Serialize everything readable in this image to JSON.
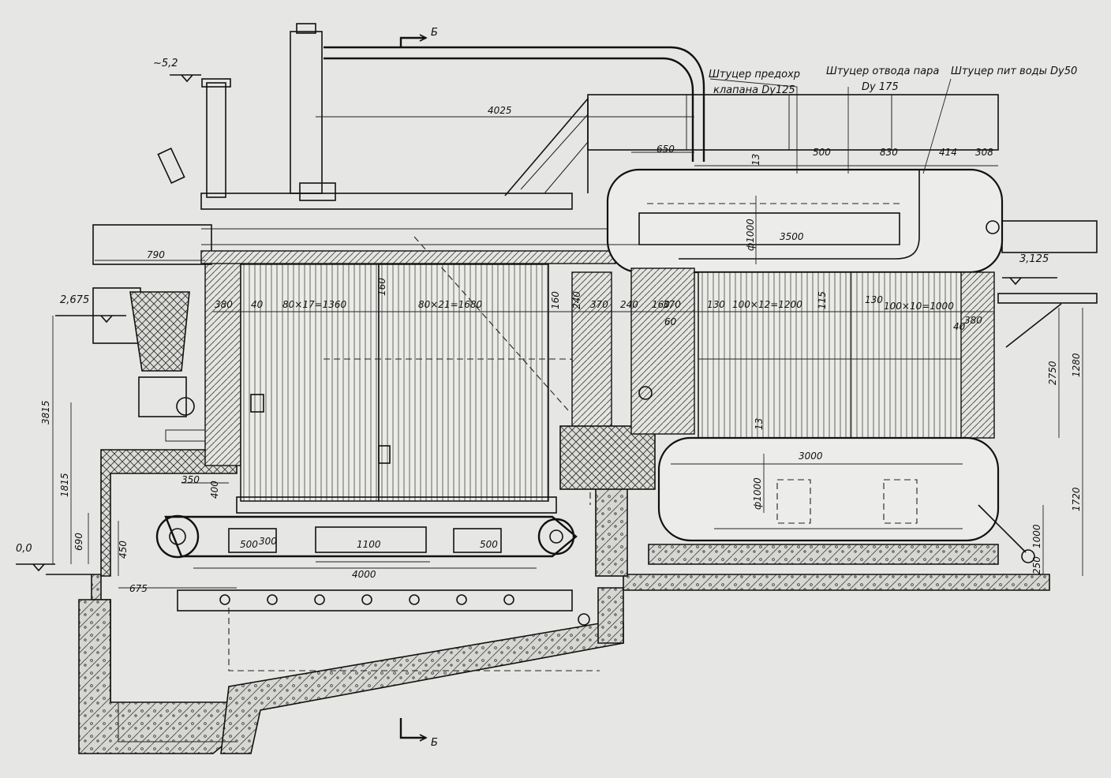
{
  "levels": {
    "top": "~5,2",
    "side_upper": "2,675",
    "right": "3,125",
    "ground": "0,0"
  },
  "section_marks": {
    "top": "Б",
    "bottom": "Б"
  },
  "fittings": {
    "safety_valve_line1": "Штуцер предохр",
    "safety_valve_line2": "клапана Dу125",
    "steam_outlet_line1": "Штуцер отвода пара",
    "steam_outlet_line2": "Dу 175",
    "feed_water": "Штуцер пит воды Dу50"
  },
  "dims": {
    "d4025": "4025",
    "d650": "650",
    "d500a": "500",
    "d830": "830",
    "d414": "414",
    "d308": "308",
    "d13a": "13",
    "phi1000_upper": "ф1000",
    "d3500": "3500",
    "d790": "790",
    "d380a": "380",
    "d40a": "40",
    "pitch1": "80×17=1360",
    "d160a": "160",
    "pitch2": "80×21=1680",
    "d160b": "160",
    "d240a": "240",
    "d370a": "370",
    "d240b": "240",
    "d160c": "160",
    "d370b": "370",
    "d60": "60",
    "d130a": "130",
    "pitch3": "100×12=1200",
    "d115": "115",
    "d130b": "130",
    "pitch4": "100×10=1000",
    "d40b": "40",
    "d380b": "380",
    "d2750": "2750",
    "d1280": "1280",
    "d3815": "3815",
    "d1815": "1815",
    "d690": "690",
    "d450": "450",
    "d350": "350",
    "d400": "400",
    "d13b": "13",
    "d3000": "3000",
    "phi1000_lower": "ф1000",
    "d1720": "1720",
    "d1000": "1000",
    "d250": "250",
    "d500b": "500",
    "d300": "300",
    "d1100": "1100",
    "d500c": "500",
    "d4000": "4000",
    "d675": "675"
  }
}
